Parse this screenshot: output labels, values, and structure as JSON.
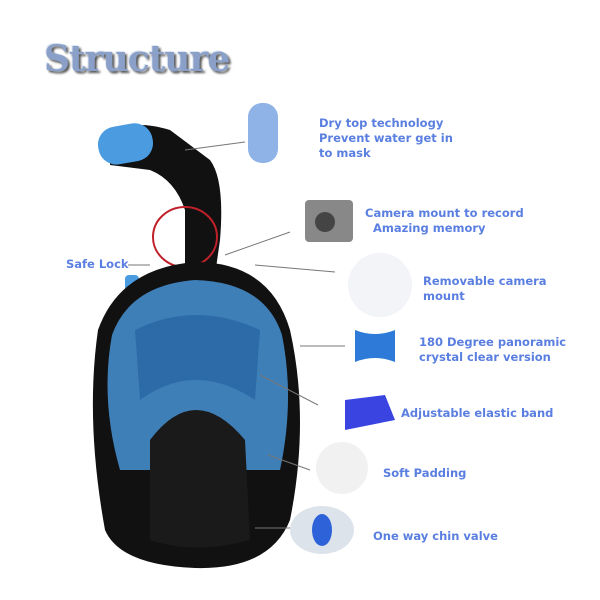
{
  "title": "Structure",
  "labels": {
    "dry_top": "Dry top technology\nPrevent water get in\nto mask",
    "camera_mount": "Camera mount to record\n  Amazing memory",
    "safe_lock": "Safe Lock",
    "removable": "Removable camera\nmount",
    "panoramic": "180 Degree panoramic\ncrystal clear version",
    "band": "Adjustable elastic band",
    "padding": "Soft Padding",
    "valve": "One way chin valve"
  },
  "colors": {
    "text": "#5a7fe0",
    "accent": "#4a9be0",
    "mask": "#111"
  }
}
